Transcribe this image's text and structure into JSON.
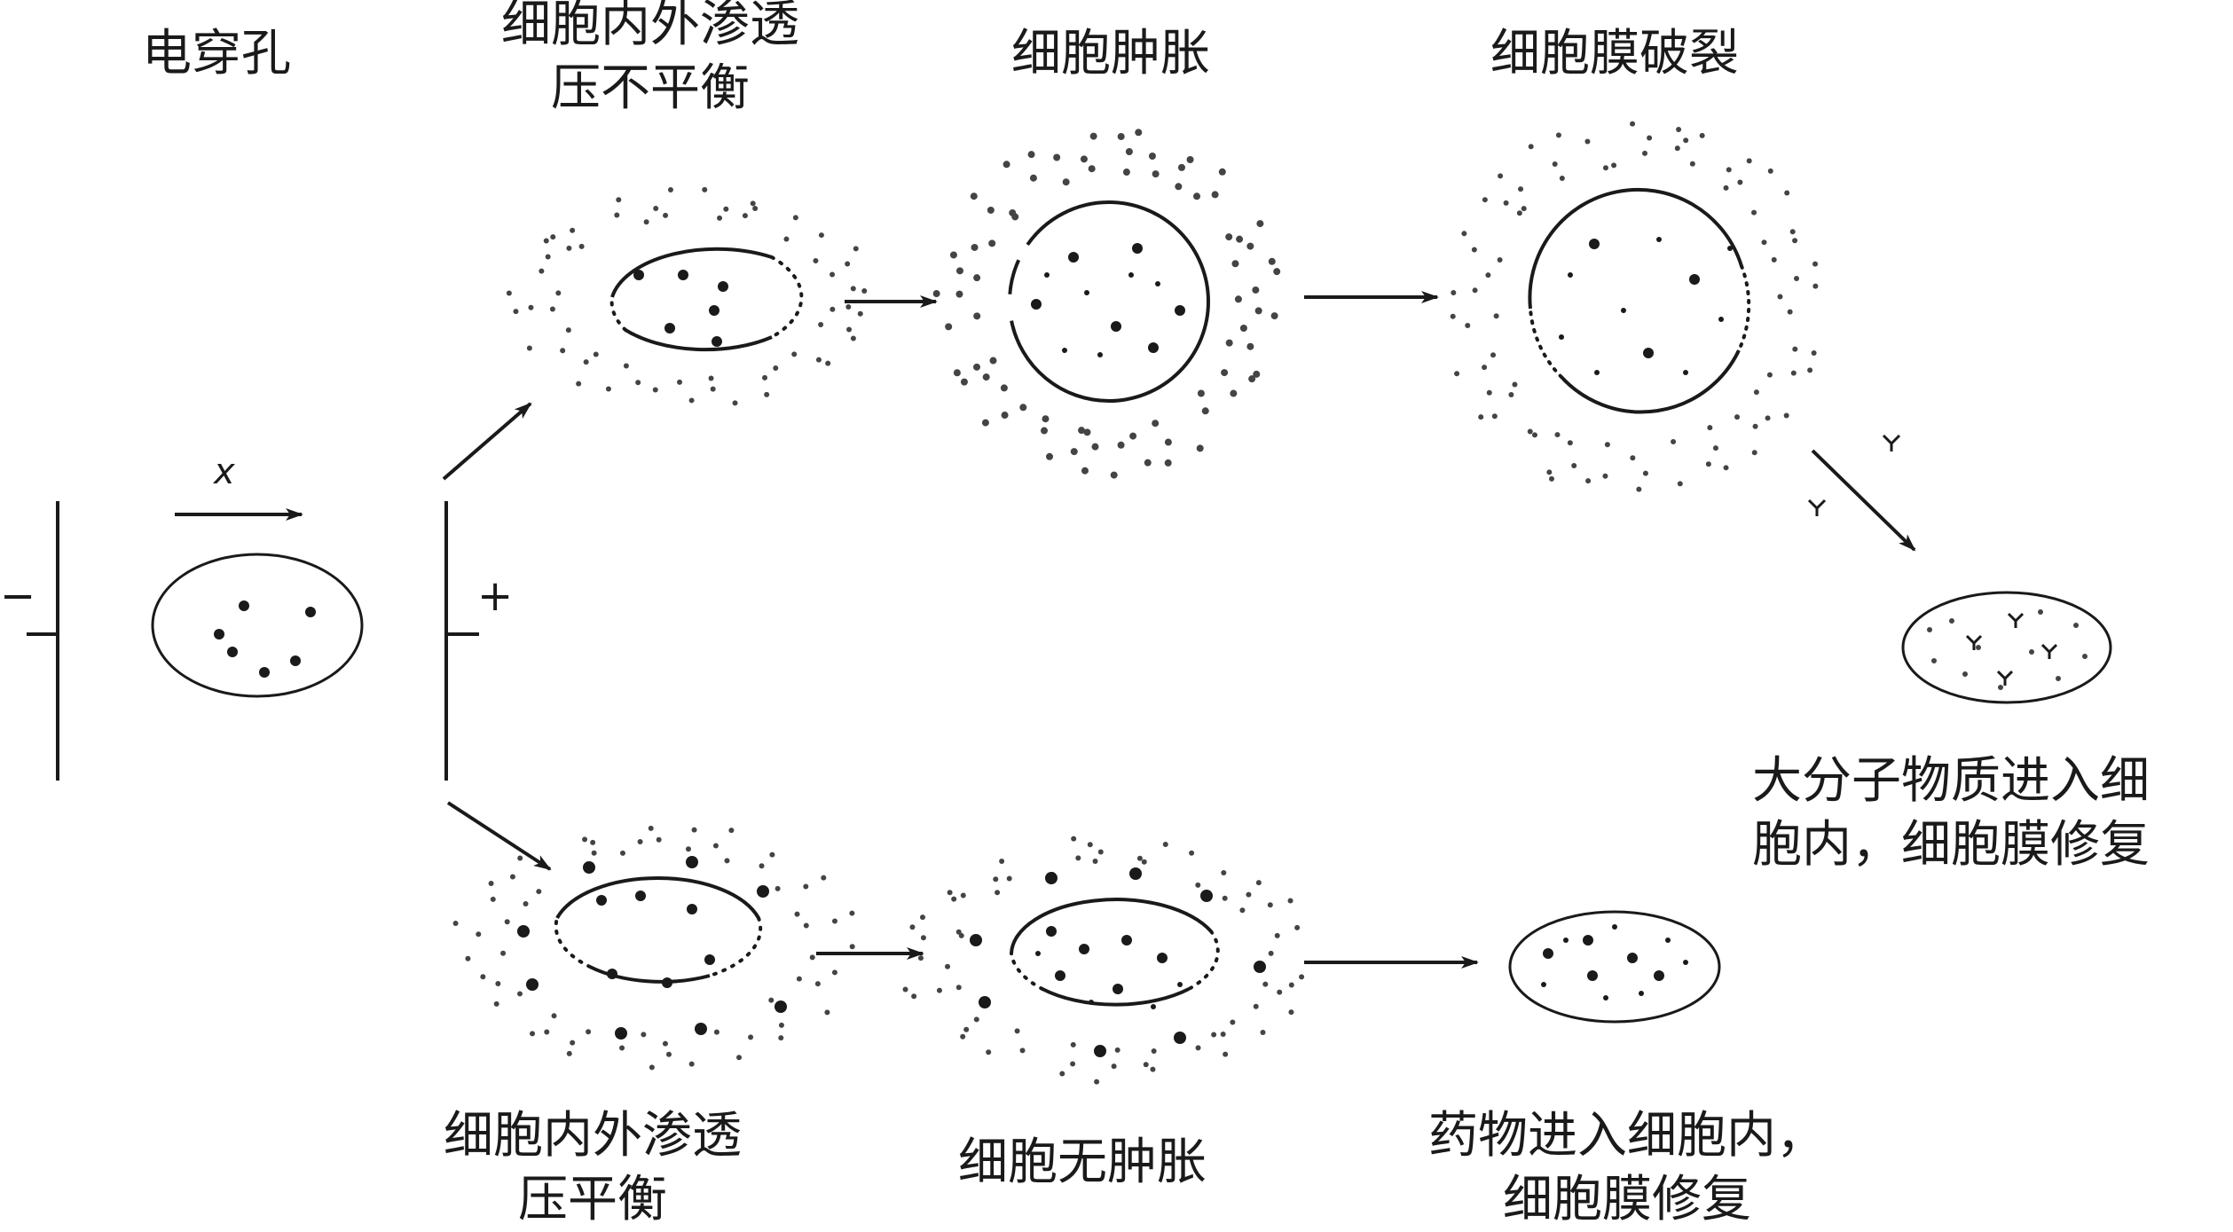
{
  "labels": {
    "electroporation": "电穿孔",
    "osmotic_imbalance": [
      "细胞内外渗透",
      "压不平衡"
    ],
    "cell_swelling": "细胞肿胀",
    "membrane_rupture": "细胞膜破裂",
    "macromolecule_entry": [
      "大分子物质进入细",
      "胞内，细胞膜修复"
    ],
    "osmotic_balance": [
      "细胞内外渗透",
      "压平衡"
    ],
    "no_swelling": "细胞无肿胀",
    "drug_entry": [
      "药物进入细胞内，",
      "细胞膜修复"
    ]
  },
  "electrodes": {
    "negative_sign": "−",
    "positive_sign": "+",
    "field_symbol": "x"
  },
  "colors": {
    "ink": "#1a1a1a",
    "dot": "#444444",
    "background": "#ffffff"
  }
}
